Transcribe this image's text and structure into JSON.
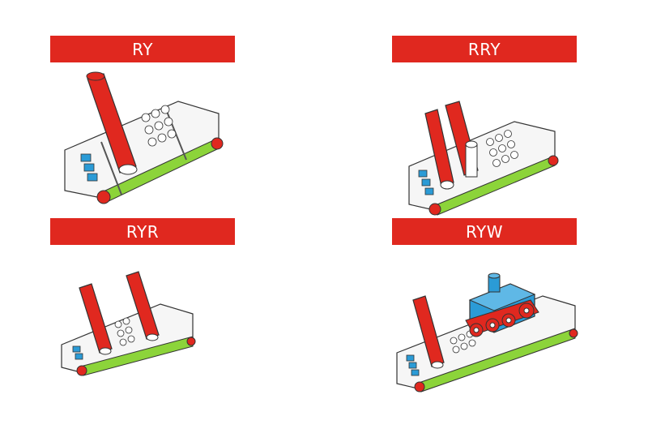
{
  "panels": [
    {
      "label": "RY",
      "rollers": [
        {
          "color": "#e0281f"
        }
      ],
      "extra": "none"
    },
    {
      "label": "RRY",
      "rollers": [
        {
          "color": "#e0281f"
        },
        {
          "color": "#e0281f"
        }
      ],
      "extra": "white-roller"
    },
    {
      "label": "RYR",
      "rollers": [
        {
          "color": "#e0281f"
        },
        {
          "color": "#e0281f"
        }
      ],
      "extra": "none"
    },
    {
      "label": "RYW",
      "rollers": [
        {
          "color": "#e0281f"
        }
      ],
      "extra": "wheel-module"
    }
  ],
  "colors": {
    "red": "#e0281f",
    "green": "#8cd43a",
    "blue": "#2b9bd6",
    "gray": "#f2f2f2",
    "outline": "#333333"
  }
}
